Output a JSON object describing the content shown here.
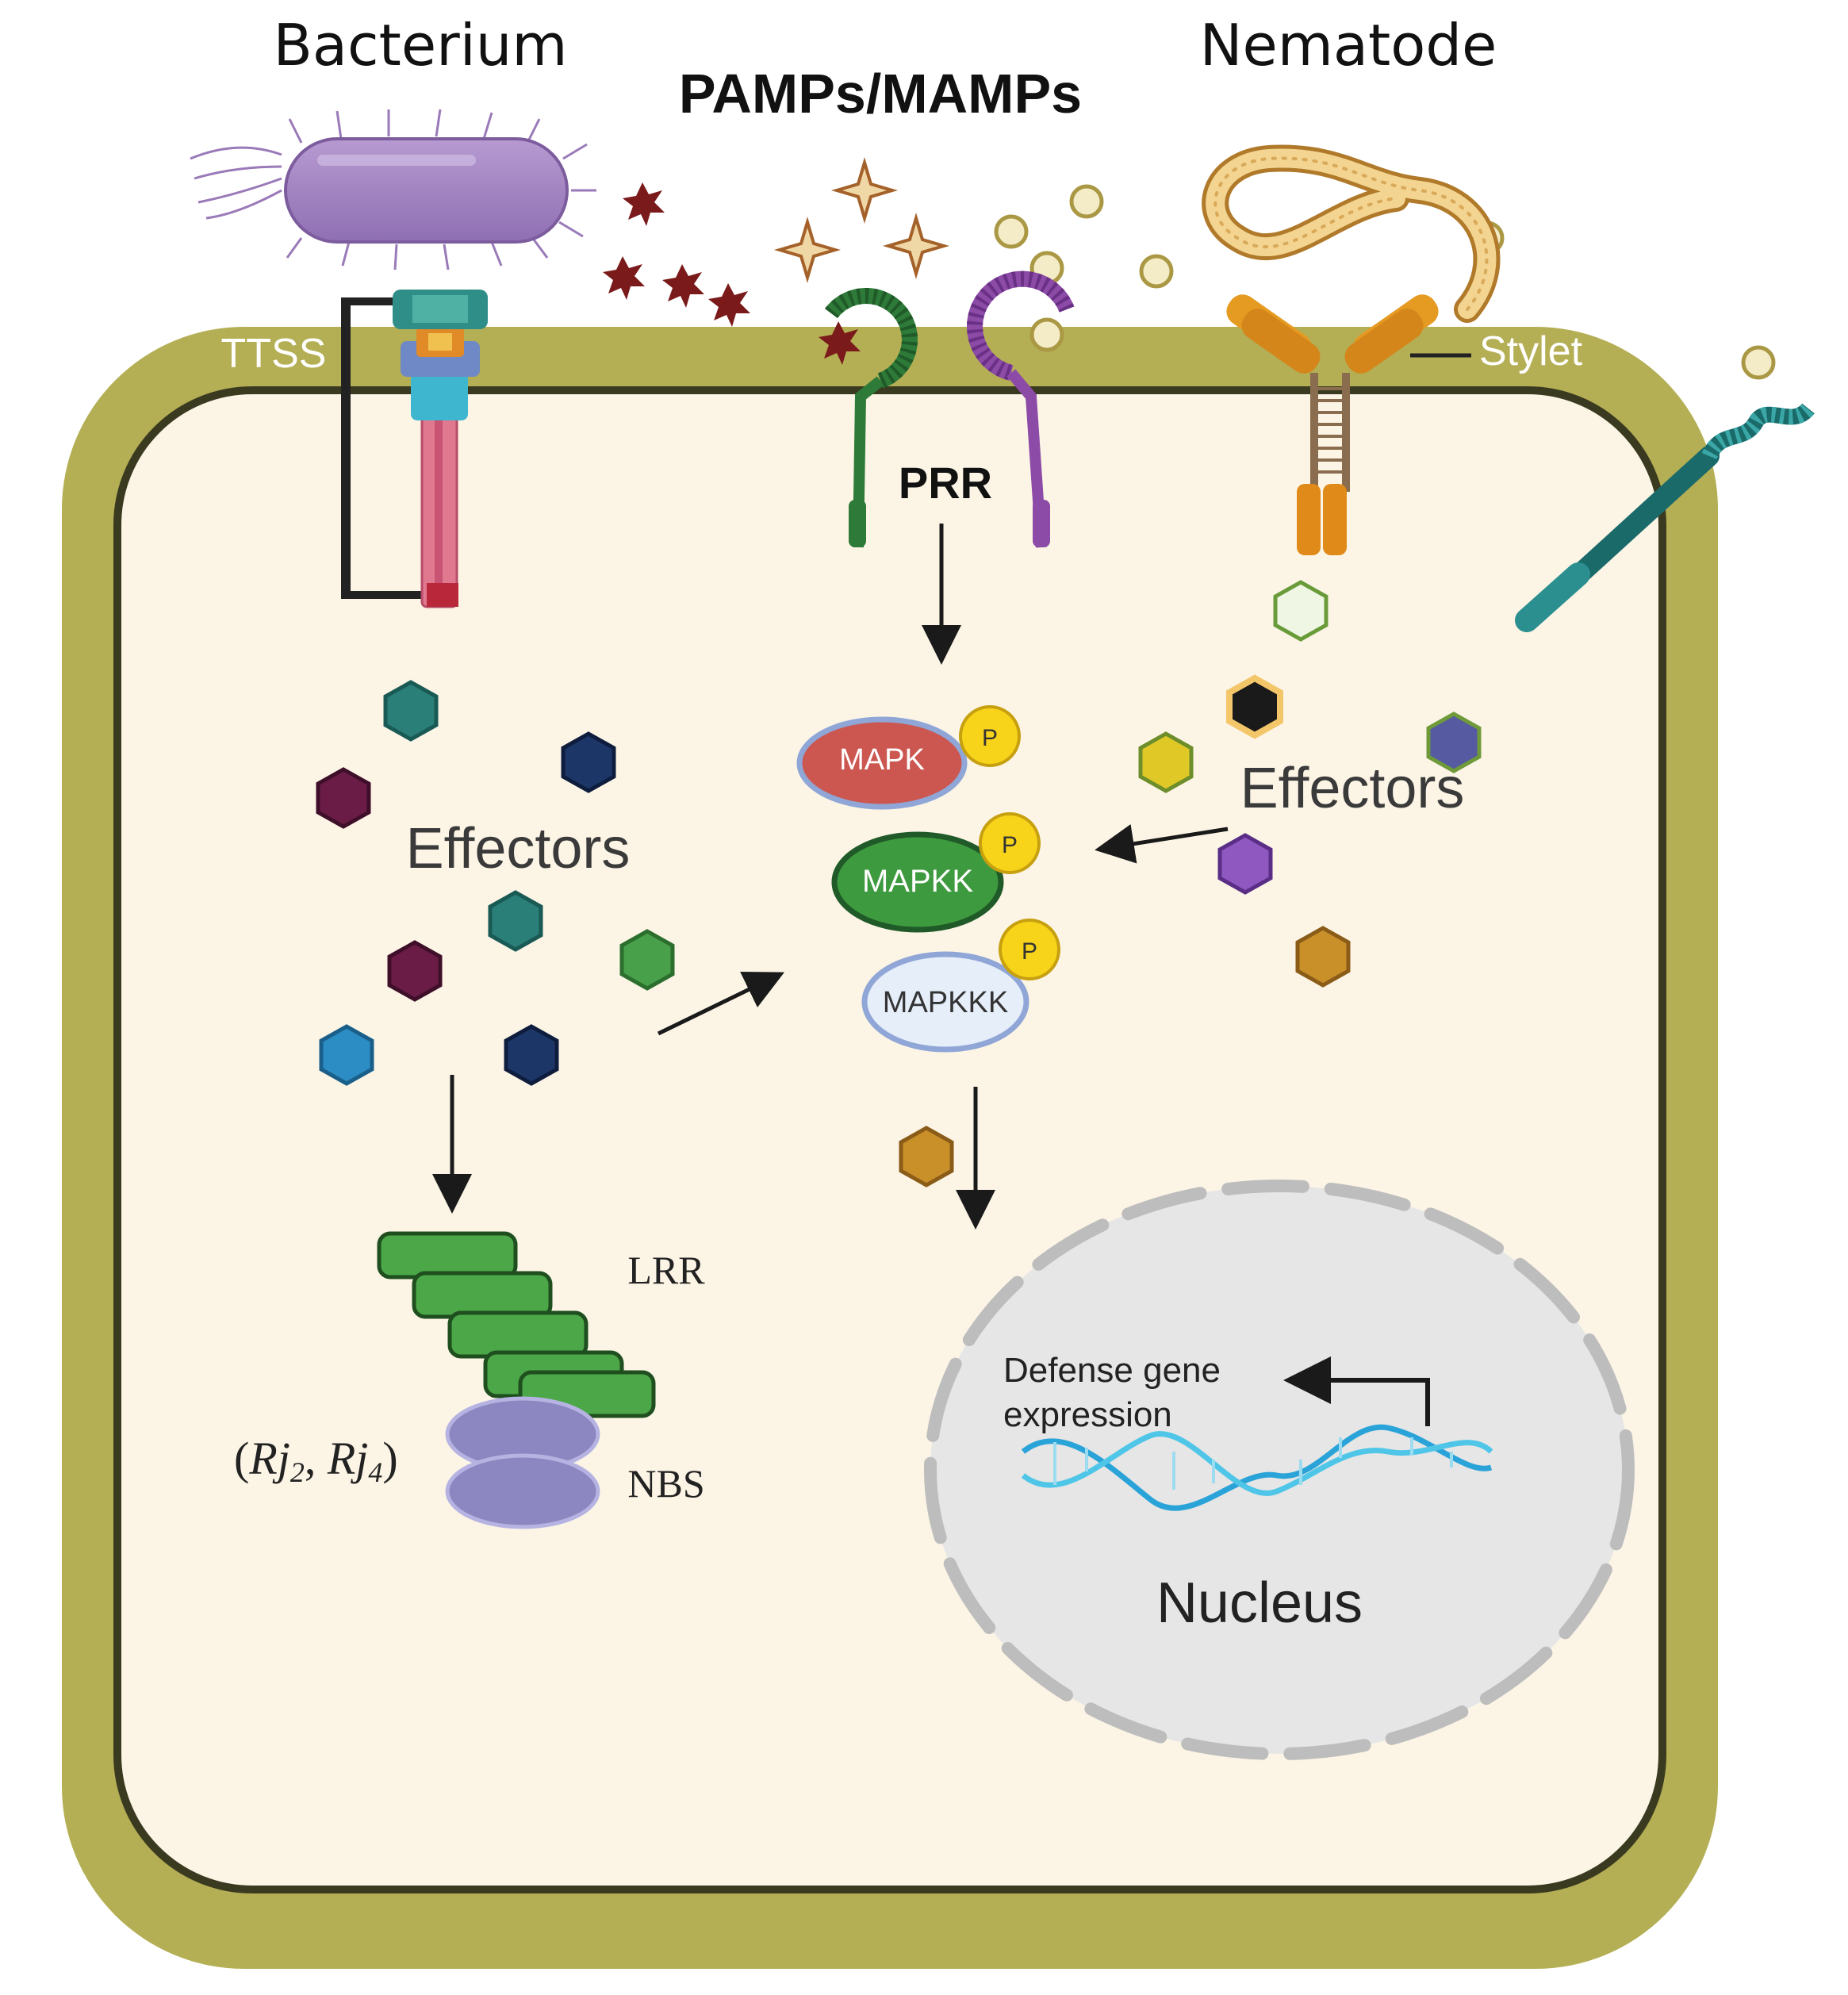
{
  "labels": {
    "bacterium": "Bacterium",
    "pamps": "PAMPs/MAMPs",
    "nematode": "Nematode",
    "ttss": "TTSS",
    "stylet": "Stylet",
    "prr": "PRR",
    "effectors_left": "Effectors",
    "effectors_right": "Effectors",
    "mapk": "MAPK",
    "mapkk": "MAPKK",
    "mapkkk": "MAPKKK",
    "p": "P",
    "lrr": "LRR",
    "nbs": "NBS",
    "rj_open": "(",
    "rj2": "Rj",
    "rj2_sub": "2",
    "rj_sep": ", ",
    "rj4": "Rj",
    "rj4_sub": "4",
    "rj_close": ")",
    "defense_line1": "Defense gene",
    "defense_line2": "expression",
    "nucleus": "Nucleus"
  },
  "colors": {
    "cell_wall": "#b4ae54",
    "cytoplasm": "#fcf5e6",
    "membrane": "#3a3a20",
    "mapk": "#cc5650",
    "mapkk": "#3e9a3e",
    "mapkkk": "#e6eef9",
    "phospho": "#f7d31a",
    "lrr": "#4ba747",
    "nbs": "#8c87c0",
    "nucleus": "#e6e6e6",
    "dna": "#2aa4d8"
  },
  "icons": [
    "bacterium-icon",
    "nematode-icon",
    "ttss-icon",
    "prr-receptor-icon",
    "stylet-receptor-icon",
    "dna-icon",
    "effector-hexagon-icon",
    "pamp-star-icon"
  ]
}
